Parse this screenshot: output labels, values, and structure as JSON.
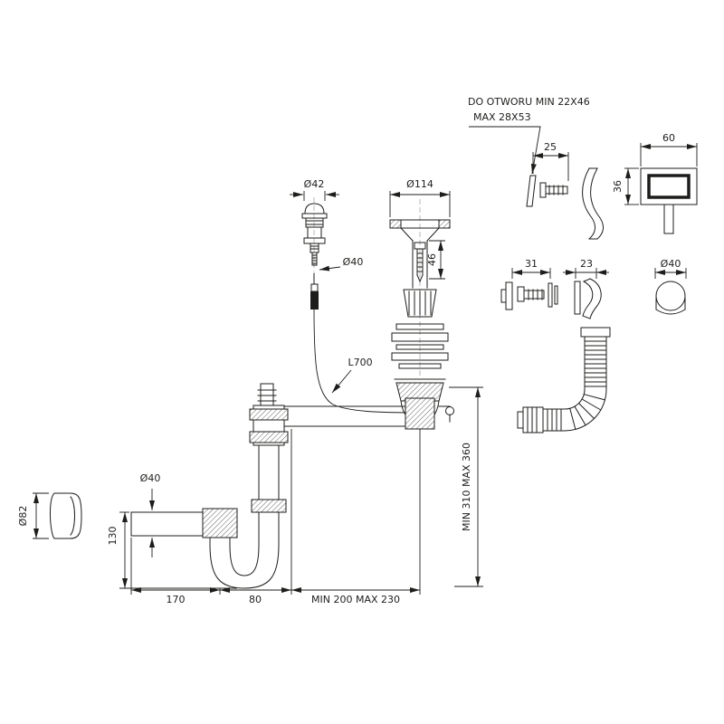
{
  "drawing": {
    "background": "#ffffff",
    "line_color": "#1d1d1b",
    "description": "Exploded technical drawing of sink drain, pop-up plug, overflow kit and bottle trap with dimensions"
  },
  "notes": {
    "hole_line1": "DO OTWORU MIN 22X46",
    "hole_line2": "MAX 28X53",
    "cable": "L700"
  },
  "dims": {
    "screw_25": "25",
    "plate_60": "60",
    "plate_36": "36",
    "plug_d42": "Ø42",
    "plug_d40": "Ø40",
    "flange_d114": "Ø114",
    "screw_46": "46",
    "bracket_31": "31",
    "clip_23": "23",
    "cap_d40": "Ø40",
    "height": "MIN 310 MAX 360",
    "cover_d82": "Ø82",
    "pipe_d40": "Ø40",
    "depth_130": "130",
    "len_170": "170",
    "len_80": "80",
    "span": "MIN 200 MAX 230"
  }
}
